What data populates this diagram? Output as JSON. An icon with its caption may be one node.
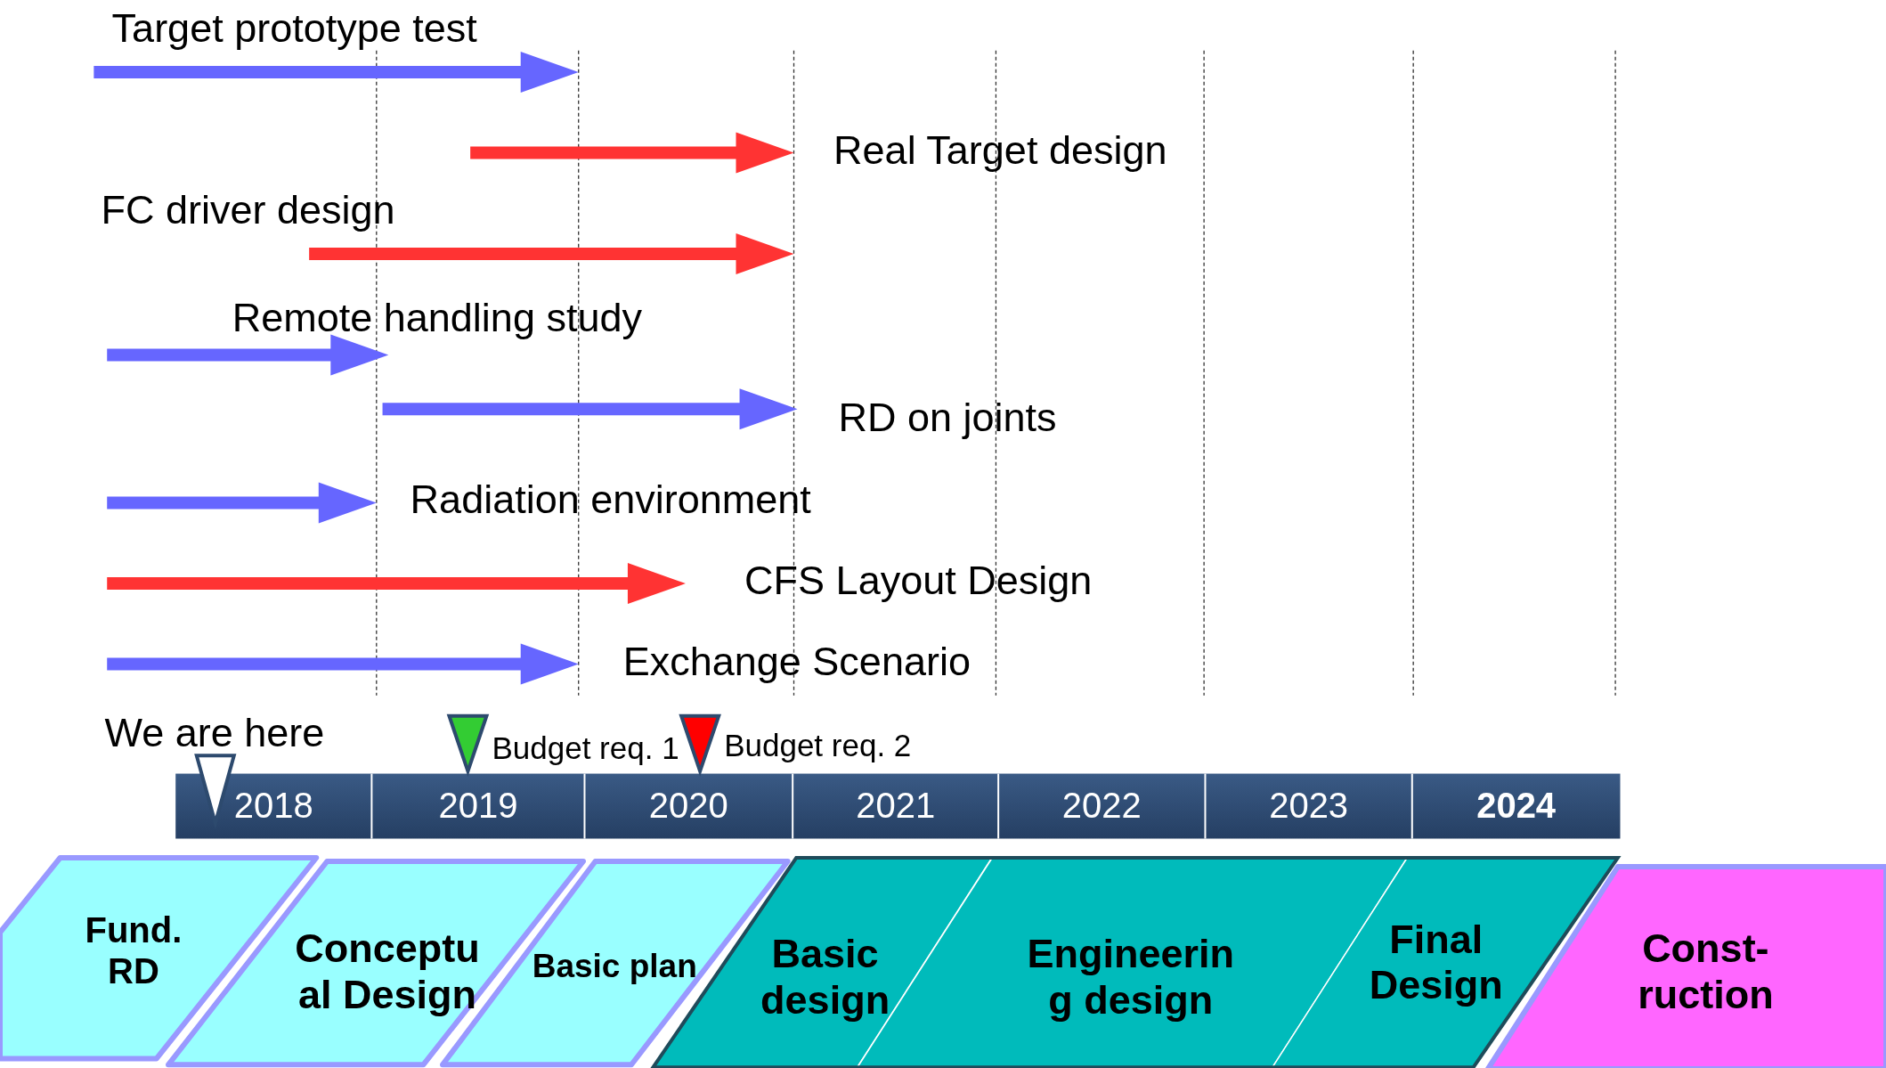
{
  "diagram": {
    "nodes": [
      {
        "text": [
          "Fund. RD"
        ]
      },
      {
        "text": [
          "Conceptu al Design"
        ]
      },
      {
        "text": [
          "Basic plan"
        ]
      },
      {
        "text": [
          "Basic design"
        ]
      },
      {
        "text": [
          "Engineerin g design"
        ]
      },
      {
        "text": [
          "Final Design"
        ]
      },
      {
        "text": [
          "Const- ruction"
        ]
      }
    ],
    "edges": [],
    "labels": [
      "Target prototype test",
      "Real Target design",
      "FC driver design",
      "Remote handling study",
      "RD on joints",
      "Radiation environment",
      "CFS Layout Design",
      "Exchange Scenario",
      "We are here",
      "Budget req. 1",
      "Budget req. 2",
      "2018",
      "2019",
      "2020",
      "2021",
      "2022",
      "2023",
      "2024"
    ]
  }
}
